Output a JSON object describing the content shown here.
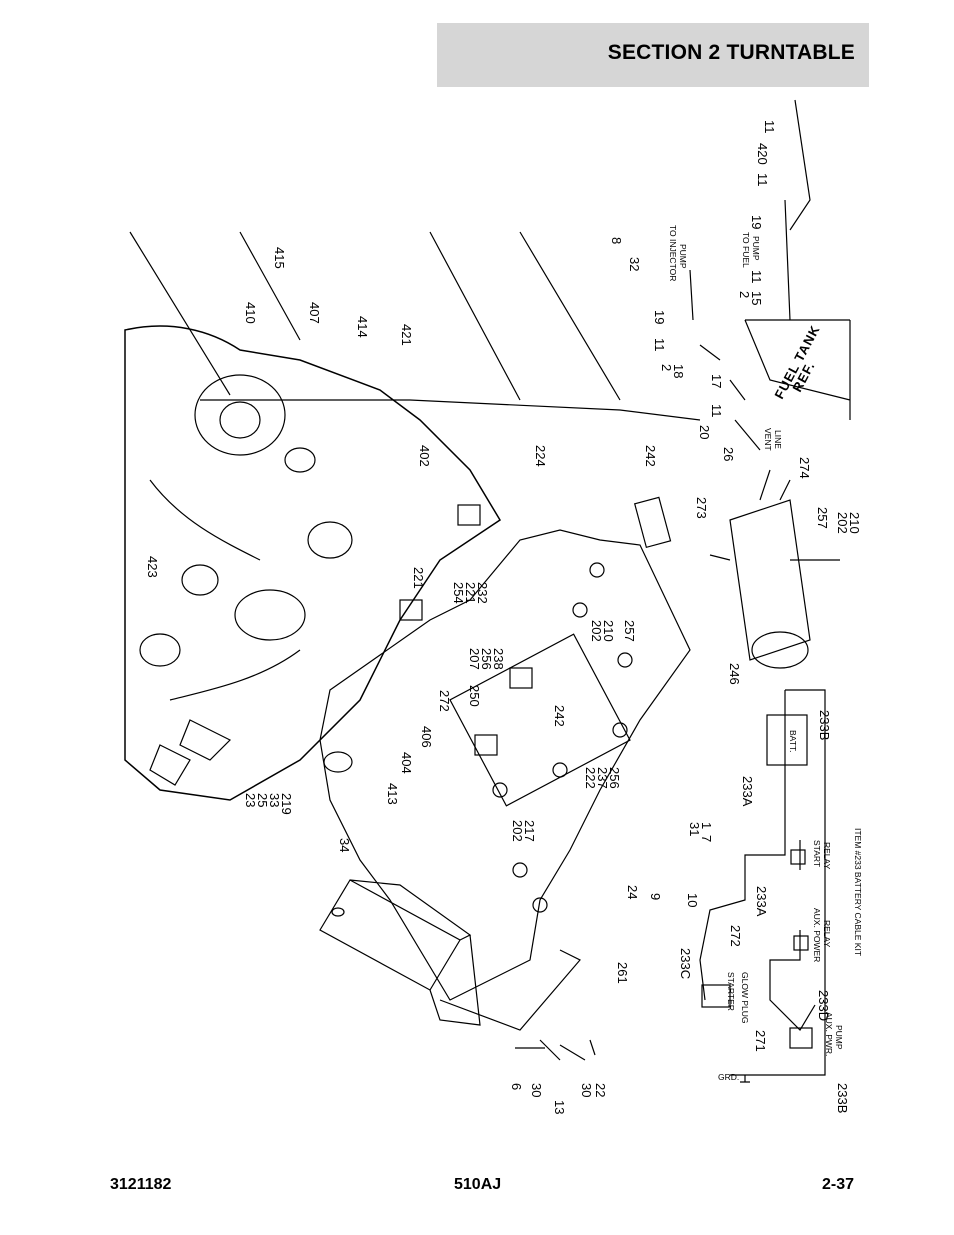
{
  "header": {
    "section_title": "SECTION 2   TURNTABLE"
  },
  "footer": {
    "doc_number": "3121182",
    "model": "510AJ",
    "page_number": "2-37"
  },
  "diagram": {
    "callouts": [
      "410",
      "415",
      "407",
      "414",
      "421",
      "402",
      "224",
      "242",
      "423",
      "221",
      "254",
      "221",
      "232",
      "207",
      "256",
      "238",
      "202",
      "210",
      "257",
      "250",
      "242",
      "272",
      "406",
      "404",
      "413",
      "222",
      "237",
      "256",
      "23",
      "25",
      "33",
      "219",
      "34",
      "202",
      "217",
      "31",
      "1",
      "7",
      "24",
      "9",
      "10",
      "261",
      "6",
      "30",
      "13",
      "30",
      "22",
      "8",
      "32",
      "19",
      "11",
      "2",
      "18",
      "17",
      "20",
      "11",
      "26",
      "273",
      "274",
      "257",
      "202",
      "210",
      "246",
      "420",
      "11",
      "11",
      "19",
      "2",
      "15",
      "11",
      "233B",
      "233A",
      "233A",
      "233C",
      "272",
      "271",
      "233D",
      "233B"
    ],
    "notes": {
      "to_injector_pump_1": "TO INJECTOR",
      "to_injector_pump_2": "PUMP",
      "to_fuel_pump_1": "TO FUEL",
      "to_fuel_pump_2": "PUMP",
      "vent_line_1": "VENT",
      "vent_line_2": "LINE",
      "fuel_tank_1": "FUEL TANK",
      "fuel_tank_2": "REF."
    },
    "wiring": {
      "batt": "BATT.",
      "start_relay_1": "START",
      "start_relay_2": "RELAY",
      "aux_power_relay_1": "AUX. POWER",
      "aux_power_relay_2": "RELAY",
      "starter": "STARTER",
      "glow_plug": "GLOW PLUG",
      "aux_pwr_pump_1": "AUX. PWR.",
      "aux_pwr_pump_2": "PUMP",
      "grd": "GRD.",
      "kit_title": "ITEM #233 BATTERY CABLE KIT"
    }
  }
}
